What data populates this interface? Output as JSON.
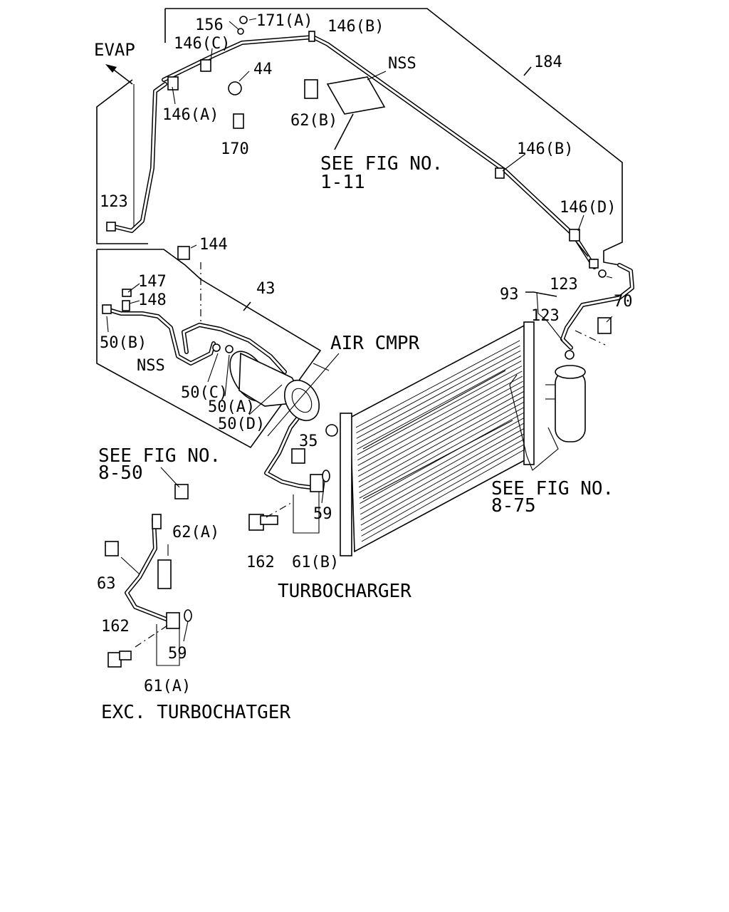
{
  "diagram": {
    "labels": {
      "evap": "EVAP",
      "p156": "156",
      "p171a": "171(A)",
      "p146b_top": "146(B)",
      "p146c": "146(C)",
      "p44": "44",
      "nss_top": "NSS",
      "p184": "184",
      "p146a": "146(A)",
      "p62b": "62(B)",
      "p170": "170",
      "see_fig_1_11_a": "SEE FIG NO.",
      "see_fig_1_11_b": "1-11",
      "p146b_mid": "146(B)",
      "p123_left": "123",
      "p146d": "146(D)",
      "p144": "144",
      "p43": "43",
      "p123_right": "123",
      "p93": "93",
      "p70": "70",
      "p147": "147",
      "p148": "148",
      "p123_lower": "123",
      "p50b": "50(B)",
      "air_cmpr": "AIR CMPR",
      "nss_left": "NSS",
      "p50c": "50(C)",
      "p50a": "50(A)",
      "p50d": "50(D)",
      "p35": "35",
      "see_fig_8_50_a": "SEE FIG NO.",
      "see_fig_8_50_b": "8-50",
      "see_fig_8_75_a": "SEE FIG NO.",
      "see_fig_8_75_b": "8-75",
      "p62a": "62(A)",
      "p59_right": "59",
      "p162_right": "162",
      "p61b": "61(B)",
      "p63": "63",
      "turbocharger": "TURBOCHARGER",
      "p162_left": "162",
      "p59_left": "59",
      "p61a": "61(A)",
      "exc_turbochatger": "EXC. TURBOCHATGER"
    }
  }
}
